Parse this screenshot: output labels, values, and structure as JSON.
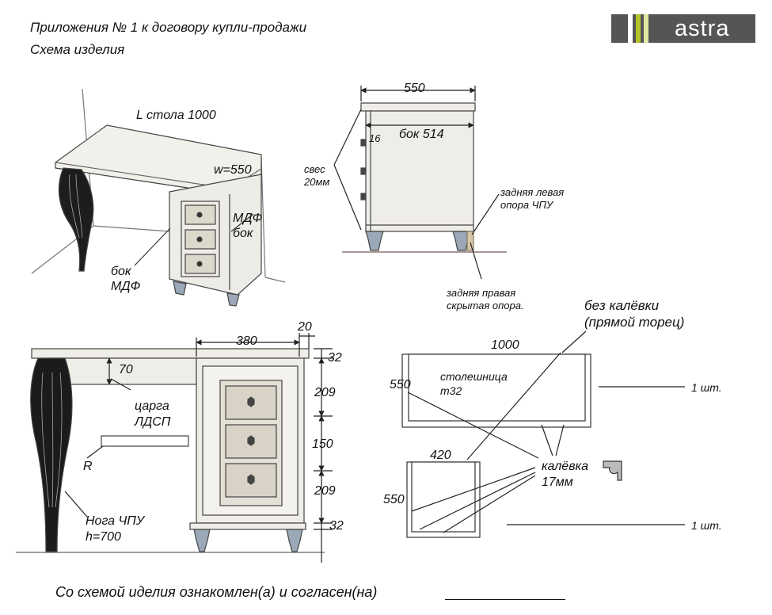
{
  "header": {
    "line1": "Приложения № 1 к договору купли-продажи",
    "line2": "Схема изделия"
  },
  "logo": {
    "text": "astra",
    "colors": {
      "bg": "#555555",
      "stripe_green": "#b5c22a",
      "stripe_light": "#e0e6a0"
    }
  },
  "perspective_view": {
    "table_length": "L стола 1000",
    "width": "w=550",
    "side_right": "МДФ\nбок",
    "side_front": "бок\nМДФ"
  },
  "side_view": {
    "dim_top": "550",
    "dim_side": "бок 514",
    "dim_16": "16",
    "overhang": "свес\n20мм",
    "rear_left_support": "задняя левая\nопора ЧПУ",
    "rear_right_support": "задняя правая\nскрытая опора."
  },
  "front_view": {
    "dim_380": "380",
    "dim_20": "20",
    "dim_32_top": "32",
    "dim_209_a": "209",
    "dim_150": "150",
    "dim_209_b": "209",
    "dim_32_bottom": "32",
    "dim_70": "70",
    "apron": "царга\nЛДСП",
    "radius": "R",
    "leg": "Нога ЧПУ\nh=700"
  },
  "parts": {
    "no_edge": "без калёвки\n(прямой торец)",
    "top_len": "1000",
    "top_w": "550",
    "top_name": "столешница\nm32",
    "qty1": "1 шт.",
    "small_w": "420",
    "small_h": "550",
    "edge": "калёвка\n17мм",
    "qty2": "1 шт."
  },
  "footer": {
    "text": "Со схемой иделия ознакомлен(а) и согласен(на)"
  }
}
